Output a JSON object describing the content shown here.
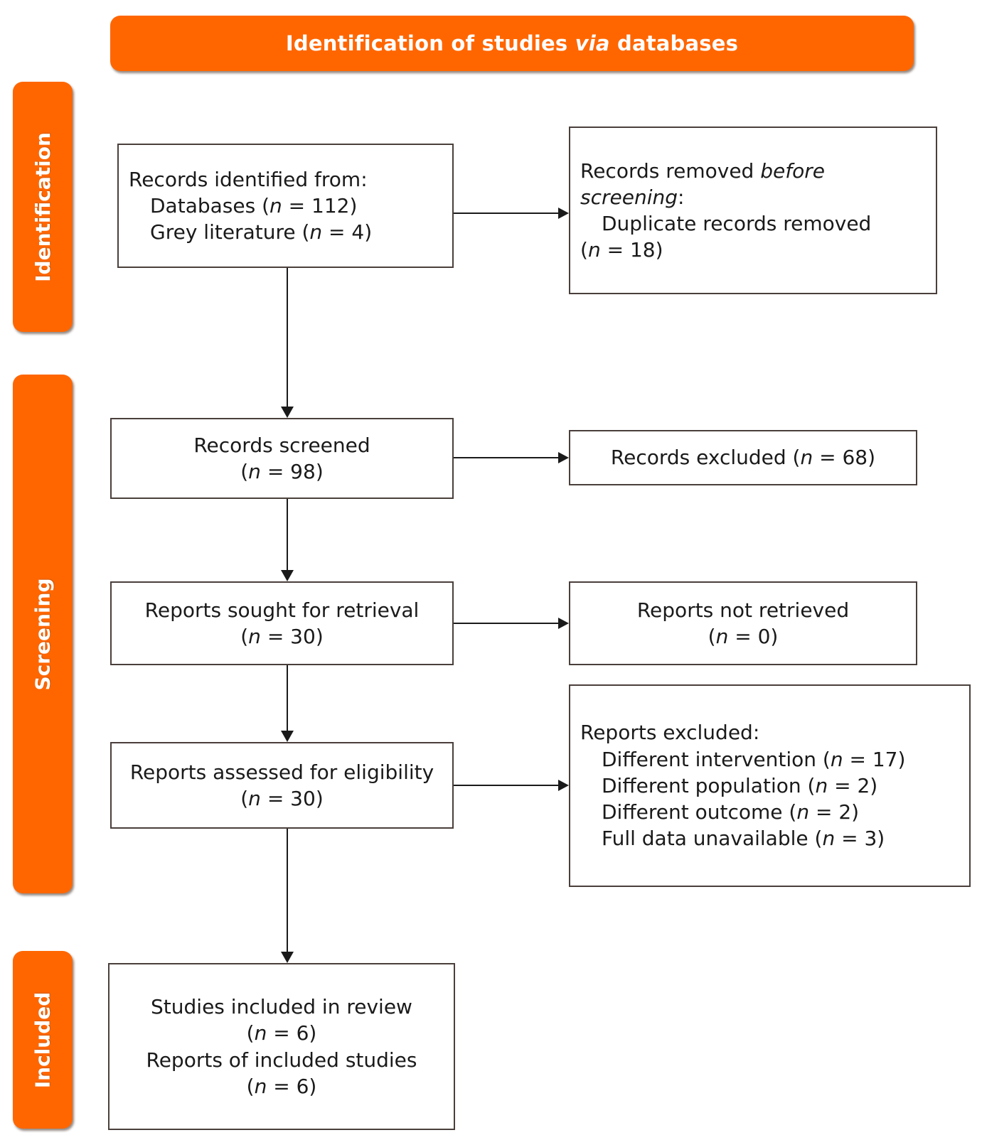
{
  "header": {
    "title_parts": [
      {
        "text": "Identification of studies ",
        "italic": false
      },
      {
        "text": "via",
        "italic": true
      },
      {
        "text": " databases",
        "italic": false
      }
    ],
    "title_plain": "Identification of studies via databases",
    "color": "#FF6600"
  },
  "sidebar": {
    "items": [
      {
        "id": "identification",
        "label": "Identification"
      },
      {
        "id": "screening",
        "label": "Screening"
      },
      {
        "id": "included",
        "label": "Included"
      }
    ]
  },
  "colors": {
    "accent_orange": "#FF6600",
    "box_border": "#4a3f3b",
    "text": "#1a1a1a",
    "banner_text": "#ffffff"
  },
  "nodes": {
    "identified": {
      "id": "records-identified",
      "align": "left",
      "lines": [
        {
          "indent": false,
          "parts": [
            {
              "text": "Records identified from:",
              "italic": false
            }
          ]
        },
        {
          "indent": true,
          "parts": [
            {
              "text": "Databases (",
              "italic": false
            },
            {
              "text": "n",
              "italic": true
            },
            {
              "text": " = 112)",
              "italic": false
            }
          ]
        },
        {
          "indent": true,
          "parts": [
            {
              "text": "Grey literature (",
              "italic": false
            },
            {
              "text": "n",
              "italic": true
            },
            {
              "text": " = 4)",
              "italic": false
            }
          ]
        }
      ],
      "plain": "Records identified from: Databases (n = 112) Grey literature (n = 4)"
    },
    "removed_before_screening": {
      "id": "records-removed-before-screening",
      "align": "left",
      "lines": [
        {
          "indent": false,
          "wrap": true,
          "parts": [
            {
              "text": "Records removed ",
              "italic": false
            },
            {
              "text": "before screening",
              "italic": true
            },
            {
              "text": ":",
              "italic": false
            }
          ]
        },
        {
          "indent": true,
          "parts": [
            {
              "text": "Duplicate records removed",
              "italic": false
            }
          ]
        },
        {
          "indent": false,
          "parts": [
            {
              "text": "(",
              "italic": false
            },
            {
              "text": "n",
              "italic": true
            },
            {
              "text": " = 18)",
              "italic": false
            }
          ]
        }
      ],
      "plain": "Records removed before screening: Duplicate records removed (n = 18)"
    },
    "screened": {
      "id": "records-screened",
      "align": "center",
      "lines": [
        {
          "indent": false,
          "parts": [
            {
              "text": "Records screened",
              "italic": false
            }
          ]
        },
        {
          "indent": false,
          "parts": [
            {
              "text": "(",
              "italic": false
            },
            {
              "text": "n",
              "italic": true
            },
            {
              "text": " = 98)",
              "italic": false
            }
          ]
        }
      ],
      "plain": "Records screened (n = 98)"
    },
    "records_excluded": {
      "id": "records-excluded",
      "align": "center",
      "lines": [
        {
          "indent": false,
          "parts": [
            {
              "text": "Records excluded (",
              "italic": false
            },
            {
              "text": "n",
              "italic": true
            },
            {
              "text": " = 68)",
              "italic": false
            }
          ]
        }
      ],
      "plain": "Records excluded (n = 68)"
    },
    "sought": {
      "id": "reports-sought-for-retrieval",
      "align": "center",
      "lines": [
        {
          "indent": false,
          "parts": [
            {
              "text": "Reports sought for retrieval",
              "italic": false
            }
          ]
        },
        {
          "indent": false,
          "parts": [
            {
              "text": "(",
              "italic": false
            },
            {
              "text": "n",
              "italic": true
            },
            {
              "text": " = 30)",
              "italic": false
            }
          ]
        }
      ],
      "plain": "Reports sought for retrieval (n = 30)"
    },
    "not_retrieved": {
      "id": "reports-not-retrieved",
      "align": "center",
      "lines": [
        {
          "indent": false,
          "parts": [
            {
              "text": "Reports not retrieved",
              "italic": false
            }
          ]
        },
        {
          "indent": false,
          "parts": [
            {
              "text": "(",
              "italic": false
            },
            {
              "text": "n",
              "italic": true
            },
            {
              "text": " = 0)",
              "italic": false
            }
          ]
        }
      ],
      "plain": "Reports not retrieved (n = 0)"
    },
    "assessed": {
      "id": "reports-assessed-for-eligibility",
      "align": "center",
      "lines": [
        {
          "indent": false,
          "parts": [
            {
              "text": "Reports assessed for eligibility",
              "italic": false
            }
          ]
        },
        {
          "indent": false,
          "parts": [
            {
              "text": "(",
              "italic": false
            },
            {
              "text": "n",
              "italic": true
            },
            {
              "text": " = 30)",
              "italic": false
            }
          ]
        }
      ],
      "plain": "Reports assessed for eligibility (n = 30)"
    },
    "reports_excluded": {
      "id": "reports-excluded",
      "align": "left",
      "lines": [
        {
          "indent": false,
          "parts": [
            {
              "text": "Reports excluded:",
              "italic": false
            }
          ]
        },
        {
          "indent": true,
          "parts": [
            {
              "text": "Different intervention (",
              "italic": false
            },
            {
              "text": "n",
              "italic": true
            },
            {
              "text": " = 17)",
              "italic": false
            }
          ]
        },
        {
          "indent": true,
          "parts": [
            {
              "text": "Different population (",
              "italic": false
            },
            {
              "text": "n",
              "italic": true
            },
            {
              "text": " = 2)",
              "italic": false
            }
          ]
        },
        {
          "indent": true,
          "parts": [
            {
              "text": "Different outcome (",
              "italic": false
            },
            {
              "text": "n",
              "italic": true
            },
            {
              "text": " = 2)",
              "italic": false
            }
          ]
        },
        {
          "indent": true,
          "parts": [
            {
              "text": "Full data unavailable (",
              "italic": false
            },
            {
              "text": "n",
              "italic": true
            },
            {
              "text": " = 3)",
              "italic": false
            }
          ]
        }
      ],
      "plain": "Reports excluded: Different intervention (n = 17) Different population (n = 2) Different outcome (n = 2) Full data unavailable (n = 3)"
    },
    "included_studies": {
      "id": "studies-included-in-review",
      "align": "center",
      "lines": [
        {
          "indent": false,
          "parts": [
            {
              "text": "Studies included in review",
              "italic": false
            }
          ]
        },
        {
          "indent": false,
          "parts": [
            {
              "text": "(",
              "italic": false
            },
            {
              "text": "n",
              "italic": true
            },
            {
              "text": " = 6)",
              "italic": false
            }
          ]
        },
        {
          "indent": false,
          "parts": [
            {
              "text": "Reports of included studies",
              "italic": false
            }
          ]
        },
        {
          "indent": false,
          "parts": [
            {
              "text": "(",
              "italic": false
            },
            {
              "text": "n",
              "italic": true
            },
            {
              "text": " = 6)",
              "italic": false
            }
          ]
        }
      ],
      "plain": "Studies included in review (n = 6) Reports of included studies (n = 6)"
    }
  },
  "chart_data": {
    "type": "diagram",
    "diagram_kind": "PRISMA 2020 flow diagram",
    "title": "Identification of studies via databases",
    "stages": [
      {
        "stage": "Identification",
        "main": {
          "label": "Records identified from",
          "items": [
            {
              "source": "Databases",
              "n": 112
            },
            {
              "source": "Grey literature",
              "n": 4
            }
          ]
        },
        "side": {
          "label": "Records removed before screening",
          "items": [
            {
              "reason": "Duplicate records removed",
              "n": 18
            }
          ]
        }
      },
      {
        "stage": "Screening",
        "steps": [
          {
            "main": {
              "label": "Records screened",
              "n": 98
            },
            "side": {
              "label": "Records excluded",
              "n": 68
            }
          },
          {
            "main": {
              "label": "Reports sought for retrieval",
              "n": 30
            },
            "side": {
              "label": "Reports not retrieved",
              "n": 0
            }
          },
          {
            "main": {
              "label": "Reports assessed for eligibility",
              "n": 30
            },
            "side": {
              "label": "Reports excluded",
              "items": [
                {
                  "reason": "Different intervention",
                  "n": 17
                },
                {
                  "reason": "Different population",
                  "n": 2
                },
                {
                  "reason": "Different outcome",
                  "n": 2
                },
                {
                  "reason": "Full data unavailable",
                  "n": 3
                }
              ]
            }
          }
        ]
      },
      {
        "stage": "Included",
        "main": {
          "items": [
            {
              "label": "Studies included in review",
              "n": 6
            },
            {
              "label": "Reports of included studies",
              "n": 6
            }
          ]
        }
      }
    ]
  }
}
